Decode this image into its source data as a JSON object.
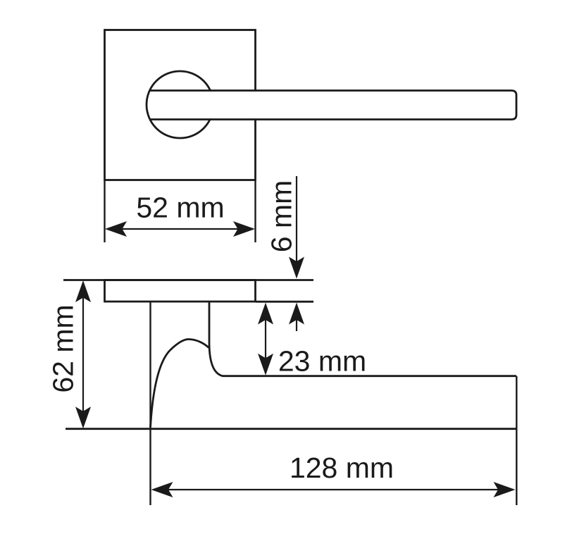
{
  "colors": {
    "line": "#1a1a1a",
    "background": "#ffffff"
  },
  "drawing": {
    "type": "door-handle-dimension-drawing",
    "unit": "mm",
    "dimensions": {
      "rose_width": {
        "label": "52 mm",
        "value": 52,
        "unit": "mm"
      },
      "rose_thickness": {
        "label": "6 mm",
        "value": 6,
        "unit": "mm"
      },
      "handle_projection": {
        "label": "62 mm",
        "value": 62,
        "unit": "mm"
      },
      "lever_clearance": {
        "label": "23 mm",
        "value": 23,
        "unit": "mm"
      },
      "lever_length": {
        "label": "128 mm",
        "value": 128,
        "unit": "mm"
      }
    }
  }
}
